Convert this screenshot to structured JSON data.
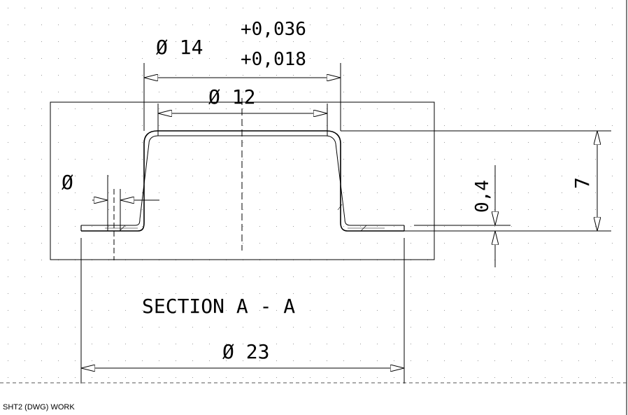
{
  "drawing": {
    "dim_outer_diameter": "Ø 14",
    "dim_outer_tol_upper": "+0,036",
    "dim_outer_tol_lower": "+0,018",
    "dim_inner_diameter": "Ø 12",
    "dim_flange_diameter": "Ø 23",
    "dim_hole_symbol": "Ø",
    "dim_height": "7",
    "dim_thickness": "0,4",
    "section_label": "SECTION A - A"
  },
  "status_bar": {
    "text": "SHT2 (DWG) WORK"
  },
  "colors": {
    "background": "#ffffff",
    "lines": "#000000",
    "grid_dots": "#9a9a9a"
  }
}
